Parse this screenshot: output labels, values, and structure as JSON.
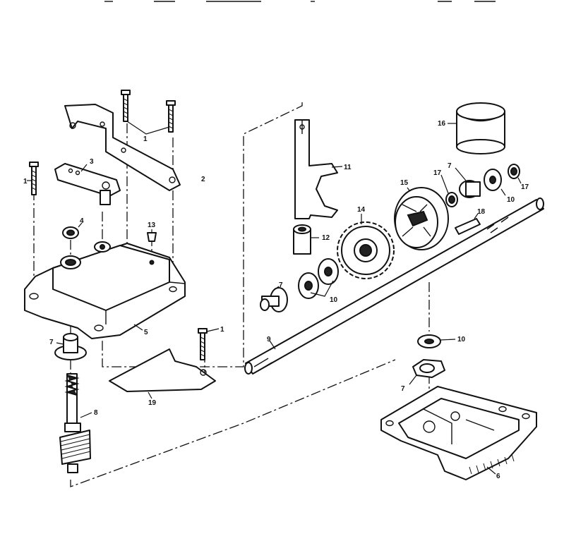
{
  "callouts": [
    {
      "id": "c1a",
      "text": "1"
    },
    {
      "id": "c1b",
      "text": "1"
    },
    {
      "id": "c1c",
      "text": "1"
    },
    {
      "id": "c2",
      "text": "2"
    },
    {
      "id": "c3",
      "text": "3"
    },
    {
      "id": "c4",
      "text": "4"
    },
    {
      "id": "c5",
      "text": "5"
    },
    {
      "id": "c6a",
      "text": "6"
    },
    {
      "id": "c7a",
      "text": "7"
    },
    {
      "id": "c7b",
      "text": "7"
    },
    {
      "id": "c7c",
      "text": "7"
    },
    {
      "id": "c7d",
      "text": "7"
    },
    {
      "id": "c8",
      "text": "8"
    },
    {
      "id": "c9",
      "text": "9"
    },
    {
      "id": "c10a",
      "text": "10"
    },
    {
      "id": "c10b",
      "text": "10"
    },
    {
      "id": "c10c",
      "text": "10"
    },
    {
      "id": "c11",
      "text": "11"
    },
    {
      "id": "c12",
      "text": "12"
    },
    {
      "id": "c13",
      "text": "13"
    },
    {
      "id": "c14",
      "text": "14"
    },
    {
      "id": "c15",
      "text": "15"
    },
    {
      "id": "c16",
      "text": "16"
    },
    {
      "id": "c17a",
      "text": "17"
    },
    {
      "id": "c17b",
      "text": "17"
    },
    {
      "id": "c18",
      "text": "18"
    },
    {
      "id": "c19",
      "text": "19"
    }
  ]
}
